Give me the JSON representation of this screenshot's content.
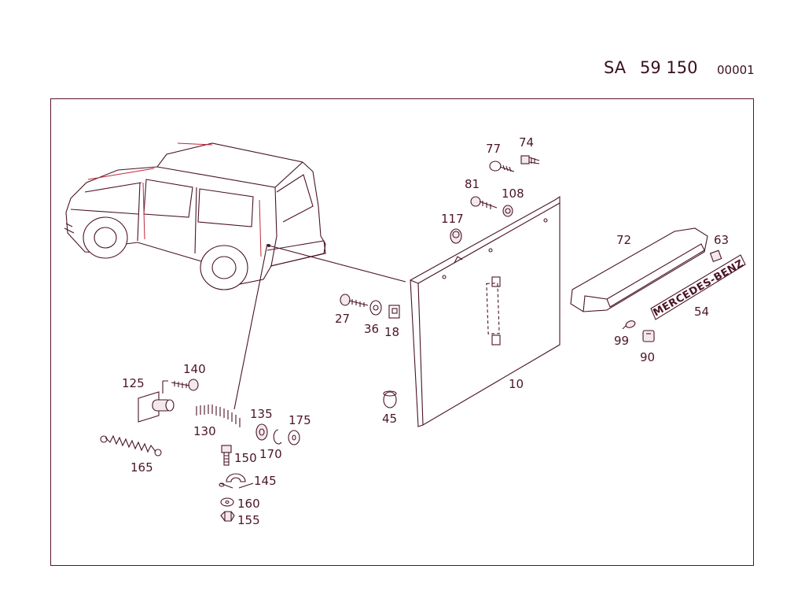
{
  "header": {
    "prefix": "SA",
    "number": "59 150",
    "sheet": "00001"
  },
  "badge_text": "MERCEDES-BENZ",
  "parts": [
    {
      "id": "p77",
      "label": "77"
    },
    {
      "id": "p74",
      "label": "74"
    },
    {
      "id": "p81",
      "label": "81"
    },
    {
      "id": "p108",
      "label": "108"
    },
    {
      "id": "p117",
      "label": "117"
    },
    {
      "id": "p72",
      "label": "72"
    },
    {
      "id": "p63",
      "label": "63"
    },
    {
      "id": "p54",
      "label": "54"
    },
    {
      "id": "p99",
      "label": "99"
    },
    {
      "id": "p90",
      "label": "90"
    },
    {
      "id": "p27",
      "label": "27"
    },
    {
      "id": "p36",
      "label": "36"
    },
    {
      "id": "p18",
      "label": "18"
    },
    {
      "id": "p10",
      "label": "10"
    },
    {
      "id": "p45",
      "label": "45"
    },
    {
      "id": "p140",
      "label": "140"
    },
    {
      "id": "p125",
      "label": "125"
    },
    {
      "id": "p130",
      "label": "130"
    },
    {
      "id": "p135",
      "label": "135"
    },
    {
      "id": "p175",
      "label": "175"
    },
    {
      "id": "p170",
      "label": "170"
    },
    {
      "id": "p150",
      "label": "150"
    },
    {
      "id": "p145",
      "label": "145"
    },
    {
      "id": "p165",
      "label": "165"
    },
    {
      "id": "p160",
      "label": "160"
    },
    {
      "id": "p155",
      "label": "155"
    }
  ],
  "colors": {
    "ink": "#4a1424",
    "accent": "#c0283c",
    "frame": "#5a1428"
  }
}
